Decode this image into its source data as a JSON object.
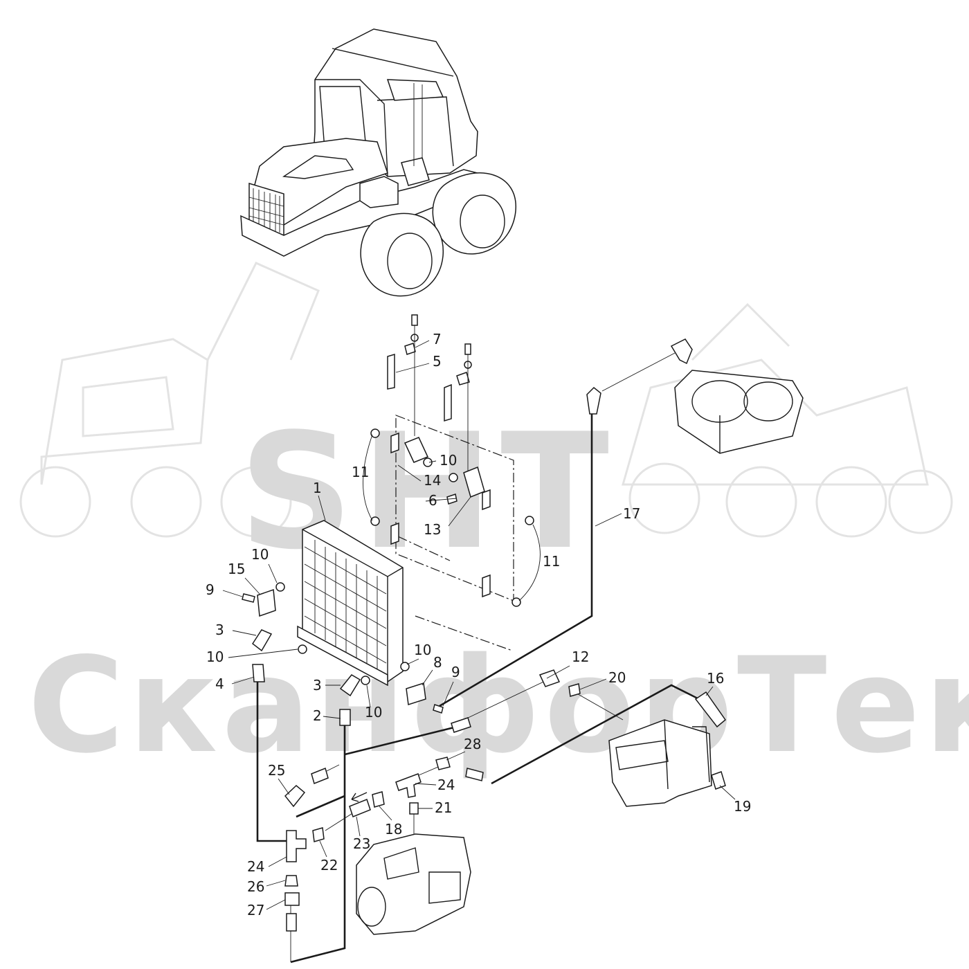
{
  "watermark": {
    "brand_top": "SНТ",
    "brand_bottom": "СканфорТек"
  },
  "callouts": [
    {
      "id": "c1",
      "text": "1"
    },
    {
      "id": "c2",
      "text": "2"
    },
    {
      "id": "c3a",
      "text": "3"
    },
    {
      "id": "c3b",
      "text": "3"
    },
    {
      "id": "c4",
      "text": "4"
    },
    {
      "id": "c5",
      "text": "5"
    },
    {
      "id": "c6",
      "text": "6"
    },
    {
      "id": "c7",
      "text": "7"
    },
    {
      "id": "c8",
      "text": "8"
    },
    {
      "id": "c9a",
      "text": "9"
    },
    {
      "id": "c9b",
      "text": "9"
    },
    {
      "id": "c10a",
      "text": "10"
    },
    {
      "id": "c10b",
      "text": "10"
    },
    {
      "id": "c10c",
      "text": "10"
    },
    {
      "id": "c10d",
      "text": "10"
    },
    {
      "id": "c10e",
      "text": "10"
    },
    {
      "id": "c11a",
      "text": "11"
    },
    {
      "id": "c11b",
      "text": "11"
    },
    {
      "id": "c12",
      "text": "12"
    },
    {
      "id": "c13",
      "text": "13"
    },
    {
      "id": "c14",
      "text": "14"
    },
    {
      "id": "c15",
      "text": "15"
    },
    {
      "id": "c16",
      "text": "16"
    },
    {
      "id": "c17",
      "text": "17"
    },
    {
      "id": "c18",
      "text": "18"
    },
    {
      "id": "c19",
      "text": "19"
    },
    {
      "id": "c20",
      "text": "20"
    },
    {
      "id": "c21",
      "text": "21"
    },
    {
      "id": "c22",
      "text": "22"
    },
    {
      "id": "c23",
      "text": "23"
    },
    {
      "id": "c24a",
      "text": "24"
    },
    {
      "id": "c24b",
      "text": "24"
    },
    {
      "id": "c25",
      "text": "25"
    },
    {
      "id": "c26",
      "text": "26"
    },
    {
      "id": "c27",
      "text": "27"
    },
    {
      "id": "c28",
      "text": "28"
    }
  ],
  "colors": {
    "ink": "#1a1a1a",
    "watermark": "#d9d9d9",
    "background": "#ffffff"
  }
}
